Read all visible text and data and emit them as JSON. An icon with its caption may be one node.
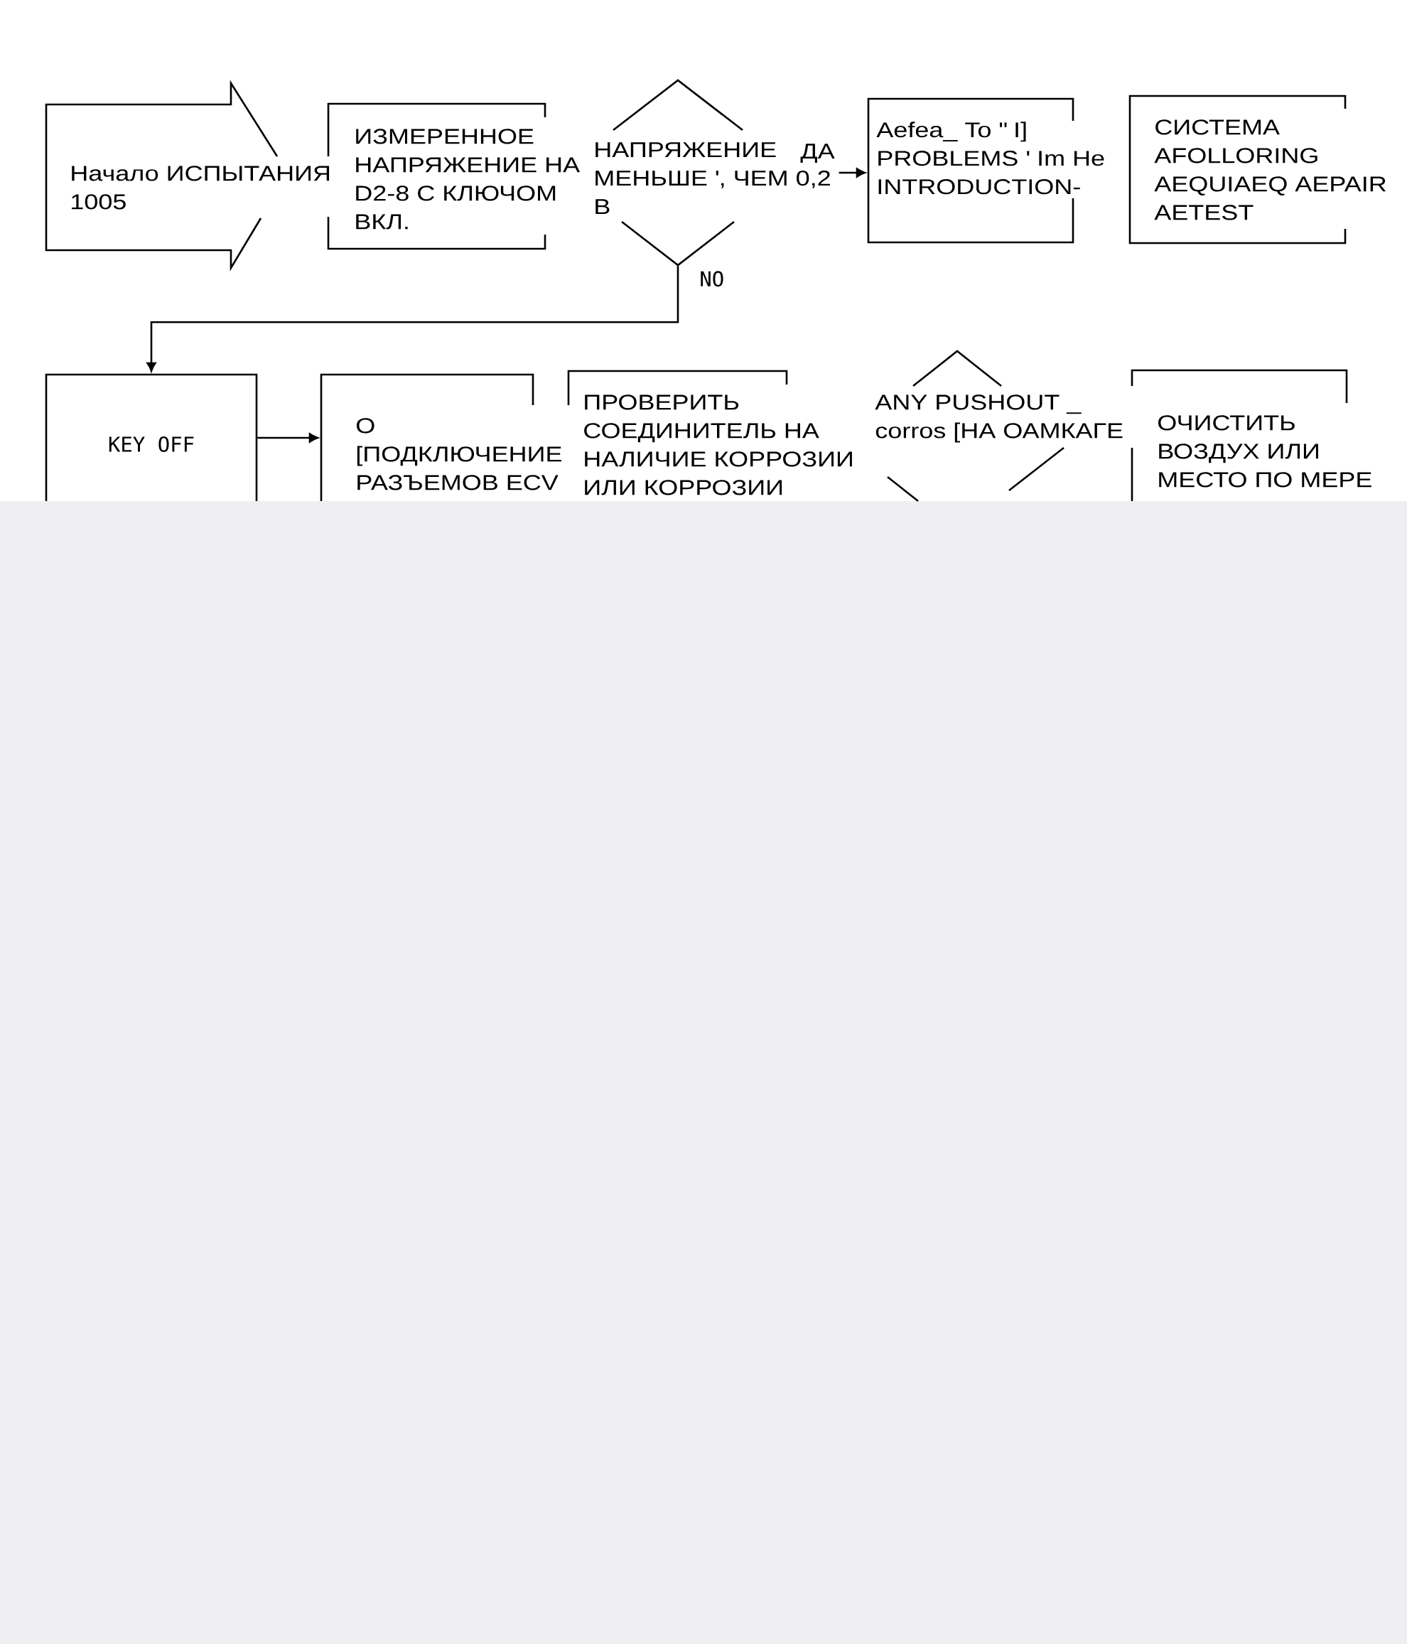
{
  "diagram": {
    "nodes": [
      {
        "text": [
          "Начало ИСПЫТАНИЯ 1005"
        ]
      },
      {
        "text": [
          "ИЗМЕРЕННОЕ НАПРЯЖЕНИЕ НА D2-8 С КЛЮЧОМ ВКЛ."
        ]
      },
      {
        "text": [
          "НАПРЯЖЕНИЕ МЕНЬШЕ ', ЧЕМ 0,2 В"
        ]
      },
      {
        "text": [
          "Aefea_ To \" I] PROBLEMS ' Im He INTRODUCTION-"
        ]
      },
      {
        "text": [
          "СИСТЕМА AFOLLORING AEQUIAEQ AEPAIR AETEST"
        ]
      },
      {
        "text": [
          "KEY OFF"
        ]
      },
      {
        "text": [
          "О [ПОДКЛЮЧЕНИЕ РАЗЪЕМОВ ECV"
        ]
      },
      {
        "text": [
          "ПРОВЕРИТЬ СОЕДИНИТЕЛЬ НА НАЛИЧИЕ КОРРОЗИИ ИЛИ КОРРОЗИИ"
        ]
      },
      {
        "text": [
          "ANY PUSHOUT _ corros [НА ОАМКАГЕ"
        ]
      },
      {
        "text": [
          "ОЧИСТИТЬ ВОЗДУХ ИЛИ МЕСТО ПО МЕРЕ"
        ]
      }
    ],
    "edges": [
      {
        "from": 2,
        "to": 3,
        "arrow": "to",
        "label": "ДА"
      },
      {
        "from": 2,
        "to": 5,
        "arrow": "to",
        "label": "NO"
      },
      {
        "from": 5,
        "to": 6,
        "arrow": "to"
      }
    ]
  }
}
